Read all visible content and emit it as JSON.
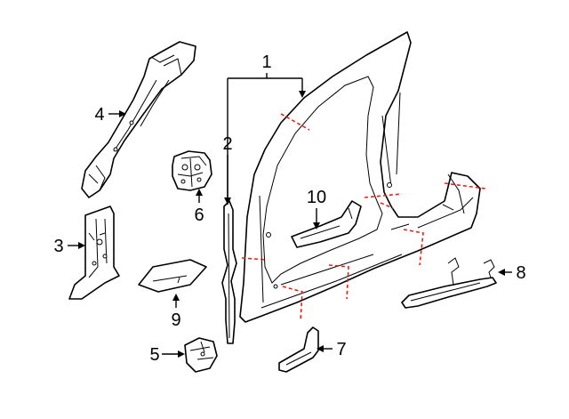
{
  "diagram": {
    "callouts": [
      {
        "id": "1",
        "label": "1"
      },
      {
        "id": "2",
        "label": "2"
      },
      {
        "id": "3",
        "label": "3"
      },
      {
        "id": "4",
        "label": "4"
      },
      {
        "id": "5",
        "label": "5"
      },
      {
        "id": "6",
        "label": "6"
      },
      {
        "id": "7",
        "label": "7"
      },
      {
        "id": "8",
        "label": "8"
      },
      {
        "id": "9",
        "label": "9"
      },
      {
        "id": "10",
        "label": "10"
      }
    ],
    "colors": {
      "line": "#000000",
      "cut_line": "#e2231a",
      "background": "#ffffff"
    }
  }
}
